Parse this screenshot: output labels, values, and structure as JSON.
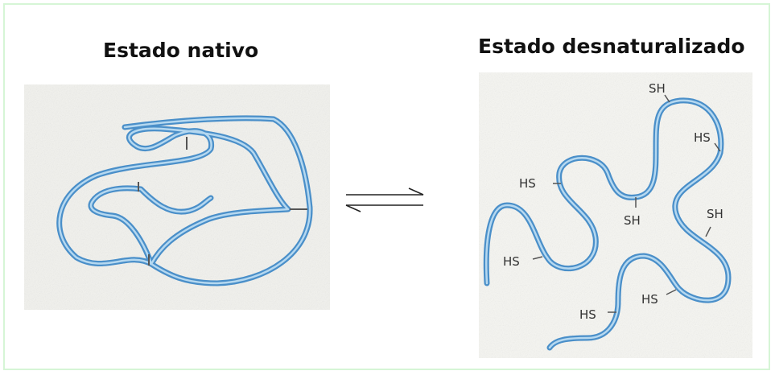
{
  "titles": {
    "native": "Estado nativo",
    "denatured": "Estado desnaturalizado"
  },
  "equilibrium_symbol": "⇌",
  "group_labels": {
    "sh": "SH",
    "hs": "HS"
  },
  "colors": {
    "chain_outer": "#4a8fc9",
    "chain_inner": "#b5d8f0",
    "bond": "#555555",
    "frame_border": "#d6f5d6",
    "background_texture": "#f1f1ee"
  }
}
